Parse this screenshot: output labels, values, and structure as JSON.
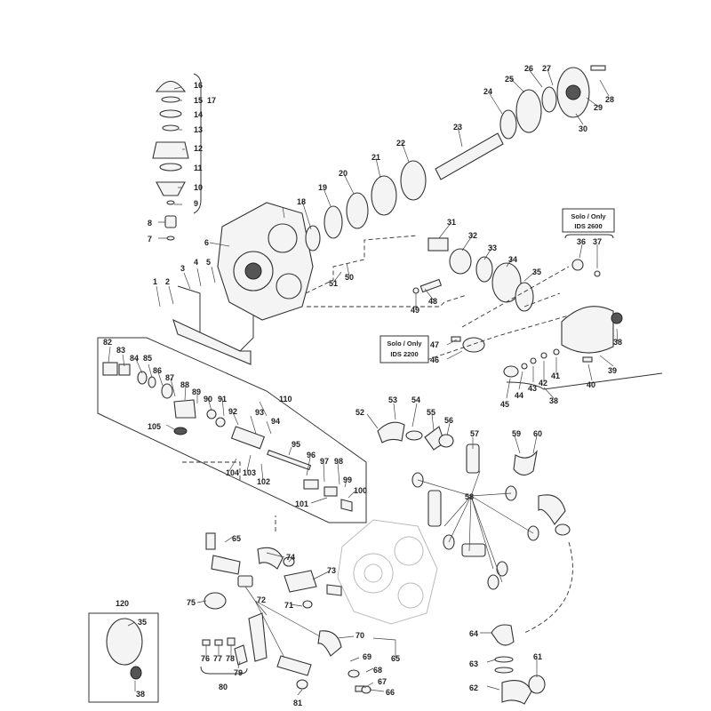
{
  "callouts": {
    "n1": "1",
    "n2": "2",
    "n3": "3",
    "n4": "4",
    "n5": "5",
    "n6": "6",
    "n7": "7",
    "n8": "8",
    "n9": "9",
    "n10": "10",
    "n11": "11",
    "n12": "12",
    "n13": "13",
    "n14": "14",
    "n15": "15",
    "n16": "16",
    "n17": "17",
    "n18": "18",
    "n19": "19",
    "n20": "20",
    "n21": "21",
    "n22": "22",
    "n23": "23",
    "n24": "24",
    "n25": "25",
    "n26": "26",
    "n27": "27",
    "n28": "28",
    "n29": "29",
    "n30": "30",
    "n31": "31",
    "n32": "32",
    "n33": "33",
    "n34": "34",
    "n35": "35",
    "n36": "36",
    "n37": "37",
    "n38": "38",
    "n39": "39",
    "n40": "40",
    "n41": "41",
    "n42": "42",
    "n43": "43",
    "n44": "44",
    "n45": "45",
    "n46": "46",
    "n47": "47",
    "n48": "48",
    "n49": "49",
    "n50": "50",
    "n51": "51",
    "n52": "52",
    "n53": "53",
    "n54": "54",
    "n55": "55",
    "n56": "56",
    "n57": "57",
    "n58": "58",
    "n59": "59",
    "n60": "60",
    "n61": "61",
    "n62": "62",
    "n63": "63",
    "n64": "64",
    "n65": "65",
    "n66": "66",
    "n67": "67",
    "n68": "68",
    "n69": "69",
    "n70": "70",
    "n71": "71",
    "n72": "72",
    "n73": "73",
    "n74": "74",
    "n75": "75",
    "n76": "76",
    "n77": "77",
    "n78": "78",
    "n79": "79",
    "n80": "80",
    "n81": "81",
    "n82": "82",
    "n83": "83",
    "n84": "84",
    "n85": "85",
    "n86": "86",
    "n87": "87",
    "n88": "88",
    "n89": "89",
    "n90": "90",
    "n91": "91",
    "n92": "92",
    "n93": "93",
    "n94": "94",
    "n95": "95",
    "n96": "96",
    "n97": "97",
    "n98": "98",
    "n99": "99",
    "n100": "100",
    "n101": "101",
    "n102": "102",
    "n103": "103",
    "n104": "104",
    "n105": "105",
    "n110": "110",
    "n120": "120"
  },
  "inset_box": {
    "ids2600_line1": "Solo / Only",
    "ids2600_line2": "IDS 2600",
    "ids2200_line1": "Solo / Only",
    "ids2200_line2": "IDS 2200"
  }
}
